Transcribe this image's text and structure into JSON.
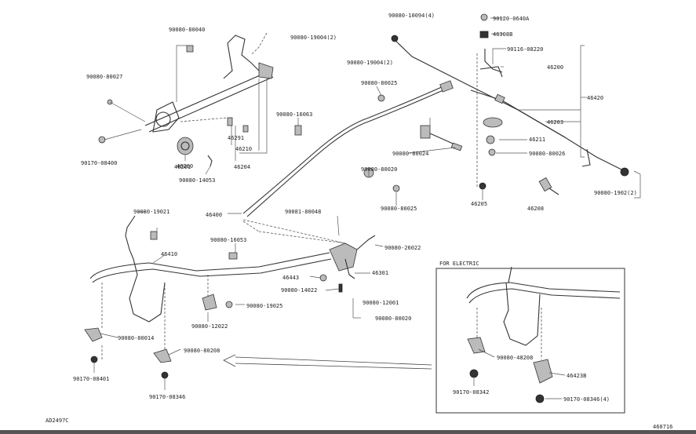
{
  "labels": {
    "l_top_01": "90080-10094(4)",
    "l_top_02": "90120-0640A",
    "l_top_03": "46308B",
    "l_top_04": "90116-08220",
    "l_top_05": "46200",
    "l_top_06": "46420",
    "l_top_07": "90080-19004(2)",
    "l_top_08": "90080-19004(2)",
    "l_top_09": "46203",
    "l_top_10": "46211",
    "l_top_11": "90080-80026",
    "l_top_12": "46205",
    "l_top_13": "46208",
    "l_top_14": "90080-1902(2)",
    "l_top_15": "90080-80025",
    "l_top_16": "90080-80024",
    "l_top_17": "90080-80020",
    "l_top_18": "90080-16063",
    "l_top_19": "90080-80025",
    "l_left_01": "90080-80040",
    "l_left_02": "90080-80027",
    "l_left_03": "46291",
    "l_left_04": "46210",
    "l_left_05": "46204",
    "l_left_06": "46200",
    "l_left_07": "90170-08400",
    "l_left_08": "46201",
    "l_left_09": "90080-14053",
    "l_mid_01": "46400",
    "l_mid_02": "90080-19021",
    "l_mid_03": "90081-80048",
    "l_mid_04": "90080-26022",
    "l_mid_05": "90080-16053",
    "l_mid_06": "46410",
    "l_mid_07": "46301",
    "l_mid_08": "90080-14022",
    "l_mid_09": "46443",
    "l_mid_10": "90080-12001",
    "l_mid_11": "90080-19025",
    "l_mid_12": "90080-80020",
    "l_mid_13": "90080-12022",
    "l_bot_01": "90080-80014",
    "l_bot_02": "90170-08401",
    "l_bot_03": "90080-80208",
    "l_bot_04": "90170-08346",
    "l_inset_title": "FOR ELECTRIC",
    "l_inset_01": "90080-48208",
    "l_inset_02": "46423B",
    "l_inset_03": "90170-08342",
    "l_inset_04": "90170-08346(4)",
    "l_corner_left": "AD2497C",
    "l_corner_right": "460716"
  }
}
